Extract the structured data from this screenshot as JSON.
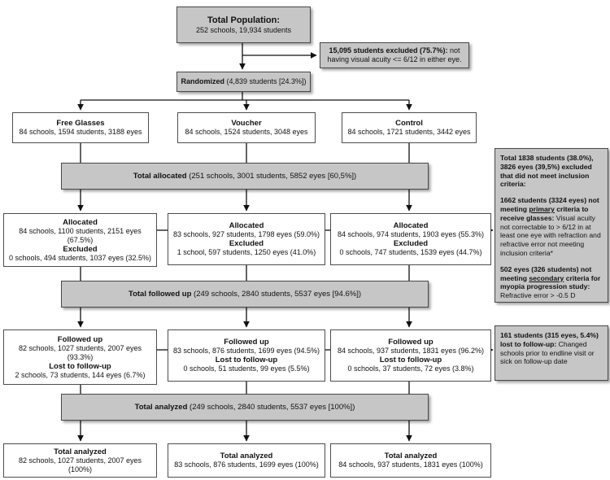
{
  "palette": {
    "box_fill_gray": "#c6c6c6",
    "box_fill_white": "#ffffff",
    "border": "#474747",
    "line": "#111111"
  },
  "top": {
    "population": {
      "title": "Total Population:",
      "line": "252 schools, 19,934 students"
    },
    "excluded_note": {
      "bold": "15,095 students excluded (75.7%):",
      "rest": " not having visual acuity <= 6/12 in either eye."
    },
    "randomized": {
      "bold": "Randomized",
      "rest": " (4,839 students [24.3%])"
    }
  },
  "groups": [
    {
      "title": "Free Glasses",
      "line": "84 schools, 1594 students, 3188 eyes"
    },
    {
      "title": "Voucher",
      "line": "84 schools, 1524 students, 3048 eyes"
    },
    {
      "title": "Control",
      "line": "84 schools, 1721 students, 3442 eyes"
    }
  ],
  "bars": {
    "allocated": {
      "bold": "Total allocated",
      "rest": " (251 schools, 3001 students, 5852 eyes [60,5%])"
    },
    "followed": {
      "bold": "Total followed up",
      "rest": " (249 schools, 2840 students, 5537 eyes [94.6%])"
    },
    "analyzed": {
      "bold": "Total analyzed",
      "rest": " (249 schools, 2840 students, 5537 eyes [100%])"
    }
  },
  "allocated_row": [
    {
      "h1": "Allocated",
      "v1": "84 schools, 1100 students, 2151 eyes (67.5%)",
      "h2": "Excluded",
      "v2": "0 schools, 494 students, 1037 eyes (32.5%)"
    },
    {
      "h1": "Allocated",
      "v1": "83 schools, 927 students, 1798 eyes (59.0%)",
      "h2": "Excluded",
      "v2": "1 school, 597 students, 1250 eyes (41.0%)"
    },
    {
      "h1": "Allocated",
      "v1": "84 schools, 974 students, 1903 eyes (55.3%)",
      "h2": "Excluded",
      "v2": "0 schools, 747 students, 1539 eyes (44.7%)"
    }
  ],
  "followed_row": [
    {
      "h1": "Followed up",
      "v1": "82 schools, 1027 students, 2007 eyes (93.3%)",
      "h2": "Lost to follow-up",
      "v2": "2 schools, 73 students, 144 eyes (6.7%)"
    },
    {
      "h1": "Followed up",
      "v1": "83 schools, 876 students, 1699 eyes (94.5%)",
      "h2": "Lost to follow-up",
      "v2": "0 schools, 51 students, 99 eyes (5.5%)"
    },
    {
      "h1": "Followed up",
      "v1": "84 schools, 937 students, 1831 eyes (96.2%)",
      "h2": "Lost to follow-up",
      "v2": "0 schools, 37 students, 72 eyes (3.8%)"
    }
  ],
  "analyzed_row": [
    {
      "h1": "Total analyzed",
      "v1": "82 schools, 1027 students, 2007 eyes (100%)"
    },
    {
      "h1": "Total analyzed",
      "v1": "83 schools, 876 students, 1699 eyes (100%)"
    },
    {
      "h1": "Total analyzed",
      "v1": "84 schools, 937 students, 1831 eyes (100%)"
    }
  ],
  "side_notes": {
    "inclusion": {
      "p1": "Total 1838 students (38.0%), 3826 eyes (39,5%) excluded that did not meet inclusion criteria:",
      "p2_b1": "1662 students (3324 eyes) not meeting ",
      "p2_u": "primary",
      "p2_b2": " criteria to receive glasses:",
      "p2_r": " Visual acuity not correctable to > 6/12 in at least one eye with refraction and refractive error not meeting inclusion criteria*",
      "p3_b1": "502 eyes (326 students) not meeting ",
      "p3_u": "secondary",
      "p3_b2": " criteria for myopia progression study:",
      "p3_r": " Refractive error > -0.5 D"
    },
    "followup": {
      "bold": "161 students (315 eyes, 5.4%) lost to follow-up:",
      "rest": " Changed schools prior to endline visit or sick on follow-up date"
    }
  }
}
